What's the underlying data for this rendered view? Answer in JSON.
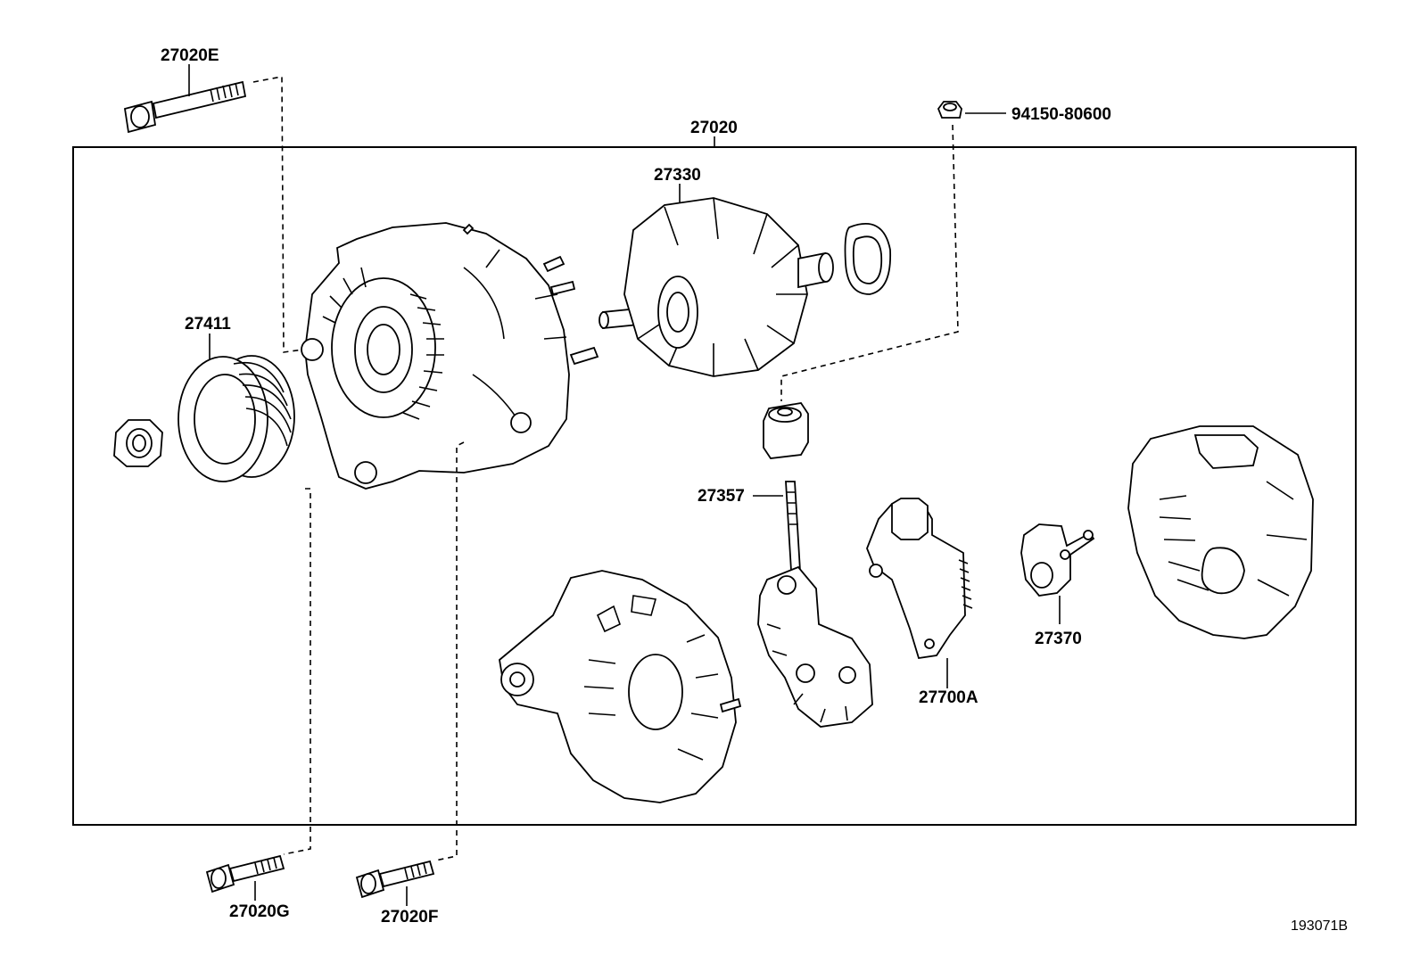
{
  "parts": {
    "p27020E": "27020E",
    "p27020": "27020",
    "p94150": "94150-80600",
    "p27330": "27330",
    "p27411": "27411",
    "p27357": "27357",
    "p27370": "27370",
    "p27700A": "27700A",
    "p27020G": "27020G",
    "p27020F": "27020F"
  },
  "figure_ref": "193071B"
}
